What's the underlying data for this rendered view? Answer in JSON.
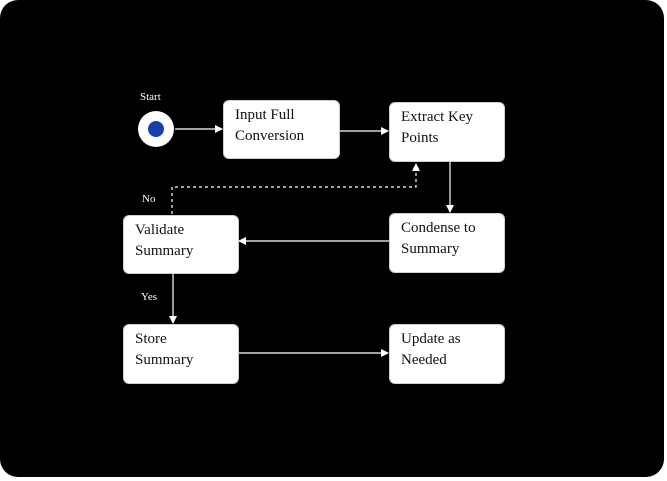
{
  "diagram": {
    "start_label": "Start",
    "nodes": {
      "input": [
        "Input Full",
        "Conversion"
      ],
      "extract": [
        "Extract Key",
        "Points"
      ],
      "condense": [
        "Condense to",
        "Summary"
      ],
      "validate": [
        "Validate",
        "Summary"
      ],
      "store": [
        "Store",
        "Summary"
      ],
      "update": [
        "Update as",
        "Needed"
      ]
    },
    "edge_labels": {
      "no": "No",
      "yes": "Yes"
    }
  },
  "colors": {
    "background": "#000000",
    "node_fill": "#ffffff",
    "start_dot": "#1a3fa8",
    "edge": "#ffffff"
  }
}
